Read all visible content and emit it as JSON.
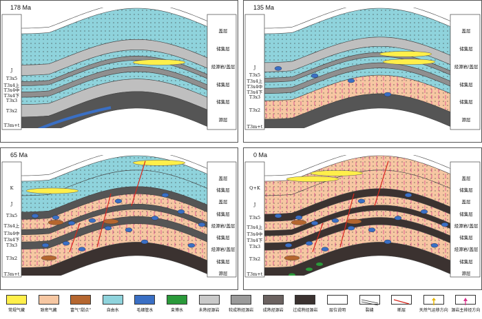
{
  "panels": [
    {
      "title": "178 Ma",
      "left": [
        "J",
        "T3x5",
        "T3x4上",
        "T3x4中",
        "T3x4下",
        "T3x3",
        "T3x2",
        "T3m+t"
      ],
      "right": [
        "盖层",
        "储集层",
        "烃源岩/盖层",
        "储集层",
        "储集层",
        "源层"
      ]
    },
    {
      "title": "135 Ma",
      "left": [
        "J",
        "T3x5",
        "T3x4上",
        "T3x4中",
        "T3x4下",
        "T3x3",
        "T3x2",
        "T3m+t"
      ],
      "right": [
        "盖层",
        "储集层",
        "烃源岩/盖层",
        "储集层",
        "储集层",
        "源层"
      ]
    },
    {
      "title": "65 Ma",
      "left": [
        "K",
        "J",
        "T3x5",
        "T3x4上",
        "T3x4中",
        "T3x4下",
        "T3x3",
        "T3x2",
        "T3m+t"
      ],
      "right": [
        "盖层",
        "储集层",
        "盖层",
        "储集层",
        "烃源岩/盖层",
        "储集层",
        "烃源岩/盖层",
        "储集层",
        "源层"
      ]
    },
    {
      "title": "0 Ma",
      "left": [
        "Q+K",
        "J",
        "T3x5",
        "T3x4上",
        "T3x4中",
        "T3x4下",
        "T3x3",
        "T3x2",
        "T3m+t"
      ],
      "right": [
        "盖层",
        "储集层",
        "盖层",
        "储集层",
        "烃源岩/盖层",
        "储集层",
        "烃源岩/盖层",
        "储集层",
        "源层"
      ]
    }
  ],
  "legend": [
    {
      "label": "常规气藏",
      "icon": "conventional-gas-swatch"
    },
    {
      "label": "致密气藏",
      "icon": "tight-gas-swatch"
    },
    {
      "label": "富气“甜点”",
      "icon": "sweet-spot-swatch"
    },
    {
      "label": "自由水",
      "icon": "free-water-swatch"
    },
    {
      "label": "毛细管水",
      "icon": "capillary-water-swatch"
    },
    {
      "label": "束博水",
      "icon": "bound-water-swatch"
    },
    {
      "label": "未熟烃源岩",
      "icon": "immature-source-swatch"
    },
    {
      "label": "较成熟烃源岩",
      "icon": "less-mature-source-swatch"
    },
    {
      "label": "成熟烃源岩",
      "icon": "mature-source-swatch"
    },
    {
      "label": "过成熟烃源岩",
      "icon": "over-mature-source-swatch"
    },
    {
      "label": "层位说明",
      "icon": "layer-note-swatch"
    },
    {
      "label": "裂缝",
      "icon": "fracture-swatch"
    },
    {
      "label": "断层",
      "icon": "fault-swatch"
    },
    {
      "label": "天然气运移方向",
      "icon": "gas-migration-arrow"
    },
    {
      "label": "源岩主排烃方向",
      "icon": "expulsion-arrow"
    }
  ]
}
